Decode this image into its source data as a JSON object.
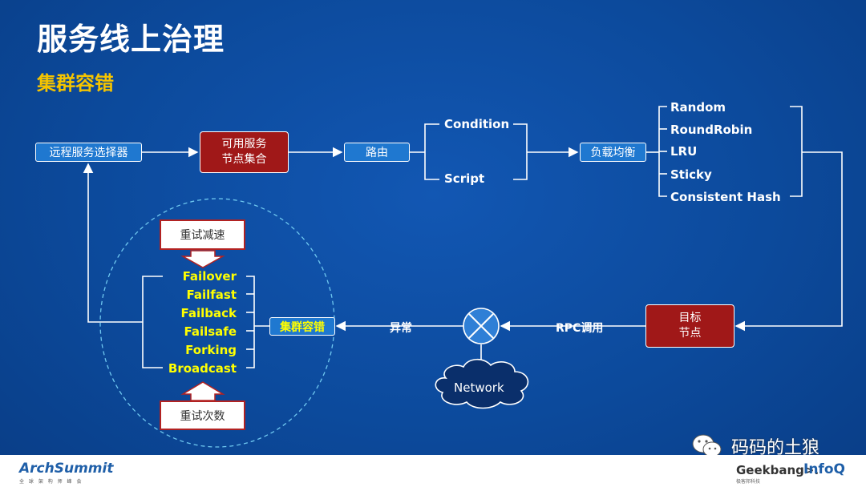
{
  "title": "服务线上治理",
  "subtitle": "集群容错",
  "nodes": {
    "selector": "远程服务选择器",
    "available_1": "可用服务",
    "available_2": "节点集合",
    "route": "路由",
    "load_balance": "负载均衡",
    "target_1": "目标",
    "target_2": "节点",
    "cluster_fault": "集群容错",
    "retry_slowdown": "重试减速",
    "retry_count": "重试次数",
    "network": "Network"
  },
  "route_options": [
    "Condition",
    "Script"
  ],
  "lb_options": [
    "Random",
    "RoundRobin",
    "LRU",
    "Sticky",
    "Consistent Hash"
  ],
  "fault_strategies": [
    "Failover",
    "Failfast",
    "Failback",
    "Failsafe",
    "Forking",
    "Broadcast"
  ],
  "edge_labels": {
    "rpc": "RPC调用",
    "exception": "异常"
  },
  "footer": {
    "left_logo": "ArchSummit",
    "left_sub": "全 球 架 构 师 峰 会",
    "right_logo_1": "Geekbang>.",
    "right_logo_1_sub": "极客邦科技",
    "right_logo_2": "InfoQ",
    "watermark": "码码的土狼"
  },
  "colors": {
    "background": "#0c4a9c",
    "title_accent": "#f5c400",
    "strategy_text": "#ffff00",
    "red_box": "#a01818",
    "blue_box": "#1f78d0"
  }
}
